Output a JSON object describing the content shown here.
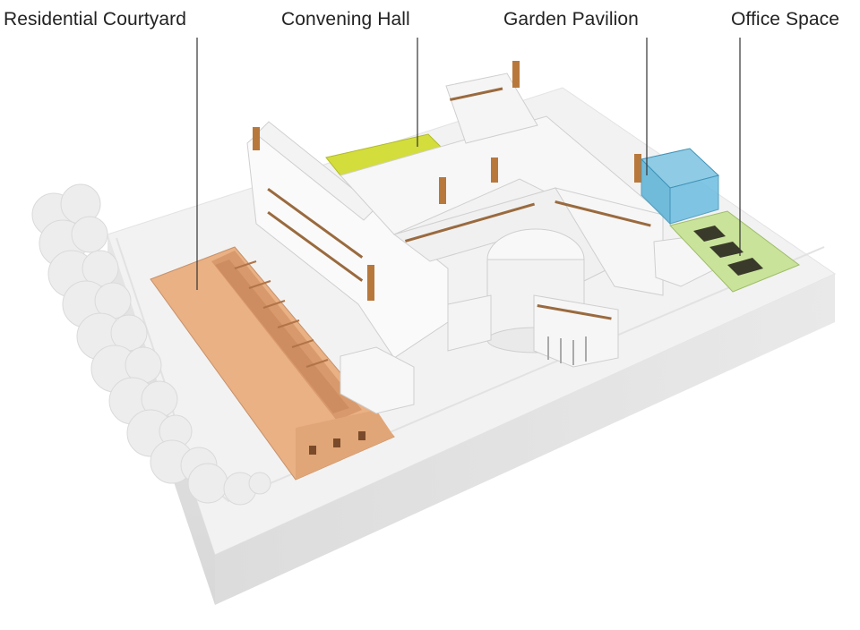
{
  "labels": {
    "residential_courtyard": "Residential Courtyard",
    "convening_hall": "Convening Hall",
    "garden_pavilion": "Garden Pavilion",
    "office_space": "Office Space"
  },
  "colors": {
    "residential_courtyard": "#E9B184",
    "convening_hall": "#D3DD3C",
    "garden_pavilion": "#5BB2D6",
    "office_space": "#C9E39A",
    "model_base": "#F1F1F1",
    "model_building": "#FAFAFA",
    "timber_accent": "#B8783C"
  },
  "icons": {
    "trees": "tree-cluster-icon"
  }
}
